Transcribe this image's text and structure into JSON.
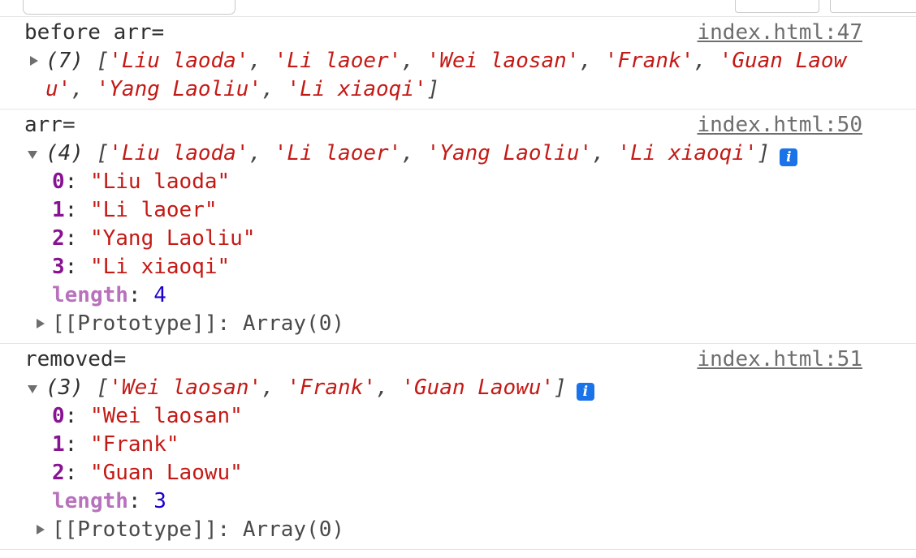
{
  "colors": {
    "text": "#303030",
    "punct": "#454545",
    "string-red": "#c41a16",
    "key-purple": "#881391",
    "length-purple": "#b871bd",
    "number-blue": "#1c00cf",
    "link-gray": "#6e6e6e",
    "proto-gray": "#4a4a4a",
    "triangle-gray": "#6e6e6e",
    "separator": "#e4e4e4",
    "box-border": "#c9c9c9",
    "info-blue": "#1a73e8",
    "info-fg": "#ffffff"
  },
  "icons": {
    "info": "i"
  },
  "console": {
    "entries": [
      {
        "label": "before arr=",
        "source": "index.html:47",
        "count": "(7)",
        "items": [
          "Liu laoda",
          "Li laoer",
          "Wei laosan",
          "Frank",
          "Guan Laowu",
          "Yang Laoliu",
          "Li xiaoqi"
        ],
        "expanded": false
      },
      {
        "label": "arr=",
        "source": "index.html:50",
        "count": "(4)",
        "items": [
          "Liu laoda",
          "Li laoer",
          "Yang Laoliu",
          "Li xiaoqi"
        ],
        "expanded": true,
        "props": [
          {
            "key": "0",
            "value": "Liu laoda"
          },
          {
            "key": "1",
            "value": "Li laoer"
          },
          {
            "key": "2",
            "value": "Yang Laoliu"
          },
          {
            "key": "3",
            "value": "Li xiaoqi"
          }
        ],
        "length_key": "length",
        "length_value": "4",
        "prototype_label": "[[Prototype]]",
        "prototype_value": "Array(0)"
      },
      {
        "label": "removed=",
        "source": "index.html:51",
        "count": "(3)",
        "items": [
          "Wei laosan",
          "Frank",
          "Guan Laowu"
        ],
        "expanded": true,
        "props": [
          {
            "key": "0",
            "value": "Wei laosan"
          },
          {
            "key": "1",
            "value": "Frank"
          },
          {
            "key": "2",
            "value": "Guan Laowu"
          }
        ],
        "length_key": "length",
        "length_value": "3",
        "prototype_label": "[[Prototype]]",
        "prototype_value": "Array(0)"
      }
    ]
  }
}
